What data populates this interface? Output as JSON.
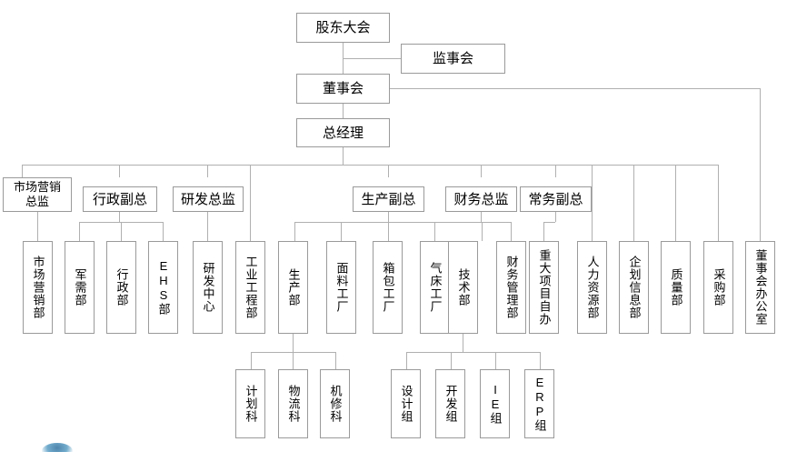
{
  "chart": {
    "type": "org-chart",
    "title": "",
    "orientation": "top-down",
    "box_border_color": "#9a9a9a",
    "connector_color": "#b0b0b0",
    "background_color": "#ffffff"
  },
  "nodes": {
    "shareholders_meeting": "股东大会",
    "supervisory_board": "监事会",
    "board_of_directors": "董事会",
    "general_manager": "总经理",
    "level2": {
      "marketing_director": "市场营销\n总监",
      "marketing_director_line1": "市场营销",
      "marketing_director_line2": "总监",
      "admin_vp": "行政副总",
      "rd_director": "研发总监",
      "production_vp": "生产副总",
      "finance_director": "财务总监",
      "executive_vp": "常务副总"
    },
    "level3": [
      {
        "id": "marketing_dept",
        "label": "市场营销部"
      },
      {
        "id": "military_dept",
        "label": "军需部"
      },
      {
        "id": "admin_dept",
        "label": "行政部"
      },
      {
        "id": "ehs_dept",
        "label": "EHS部"
      },
      {
        "id": "rd_center",
        "label": "研发中心"
      },
      {
        "id": "ie_dept",
        "label": "工业工程部"
      },
      {
        "id": "production_dept",
        "label": "生产部"
      },
      {
        "id": "fabric_factory",
        "label": "面料工厂"
      },
      {
        "id": "bag_factory",
        "label": "箱包工厂"
      },
      {
        "id": "airbed_factory",
        "label": "气床工厂"
      },
      {
        "id": "tech_dept",
        "label": "技术部"
      },
      {
        "id": "finance_mgmt_dept",
        "label": "财务管理部"
      },
      {
        "id": "major_project_office",
        "label": "重大项目自办"
      },
      {
        "id": "hr_dept",
        "label": "人力资源部"
      },
      {
        "id": "planning_info_dept",
        "label": "企划信息部"
      },
      {
        "id": "quality_dept",
        "label": "质量部"
      },
      {
        "id": "purchasing_dept",
        "label": "采购部"
      },
      {
        "id": "board_office",
        "label": "董事会办公室"
      }
    ],
    "level4_production": [
      {
        "id": "planning_section",
        "label": "计划科"
      },
      {
        "id": "logistics_section",
        "label": "物流科"
      },
      {
        "id": "maintenance_section",
        "label": "机修科"
      }
    ],
    "level4_tech": [
      {
        "id": "design_group",
        "label": "设计组"
      },
      {
        "id": "dev_group",
        "label": "开发组"
      },
      {
        "id": "ie_group",
        "label": "IE组"
      },
      {
        "id": "erp_group",
        "label": "ERP组"
      }
    ]
  }
}
